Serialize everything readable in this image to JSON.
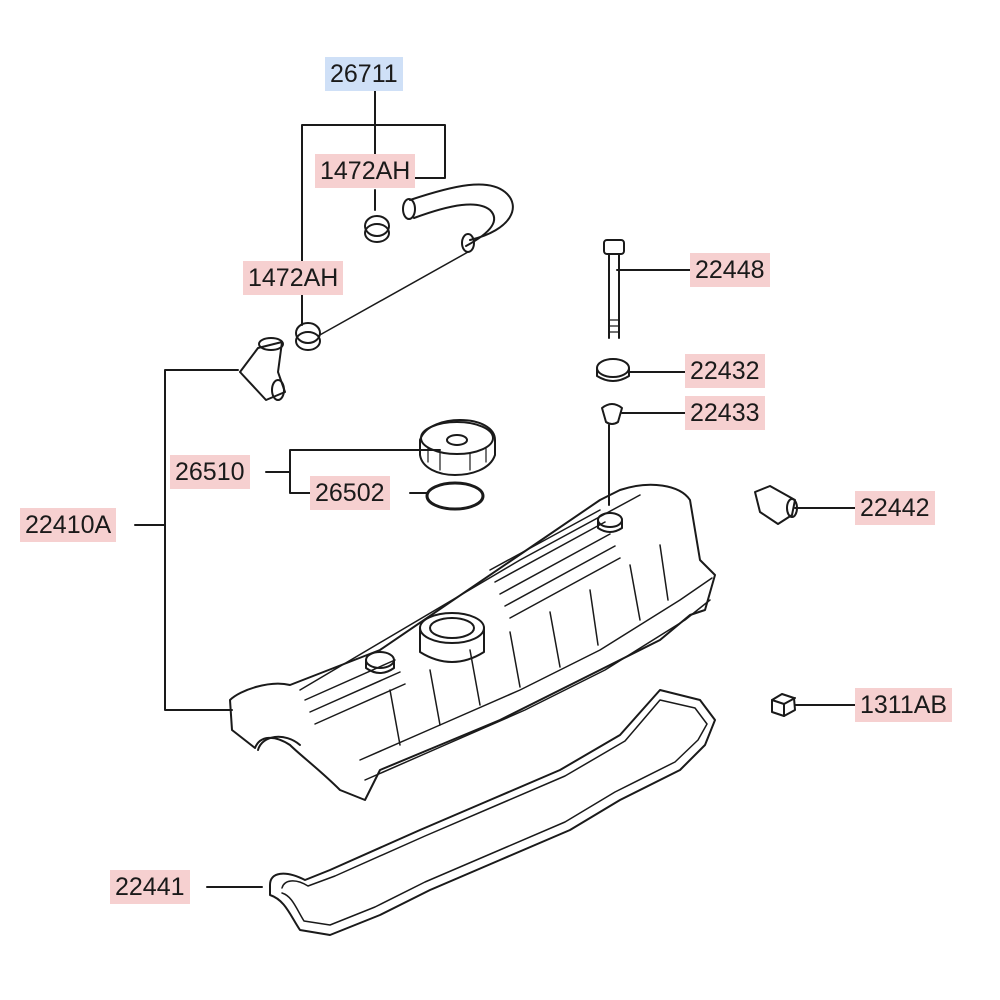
{
  "colors": {
    "part_label_bg": "#f6d0d0",
    "selected_label_bg": "#cfe0f7",
    "line": "#1a1a1a"
  },
  "parts": {
    "p26711": "26711",
    "p1472ah_upper": "1472AH",
    "p1472ah_lower": "1472AH",
    "p22448": "22448",
    "p22432": "22432",
    "p22433": "22433",
    "p26510": "26510",
    "p26502": "26502",
    "p22442": "22442",
    "p22410a": "22410A",
    "p1311ab": "1311AB",
    "p22441": "22441"
  },
  "selected_part": "26711"
}
